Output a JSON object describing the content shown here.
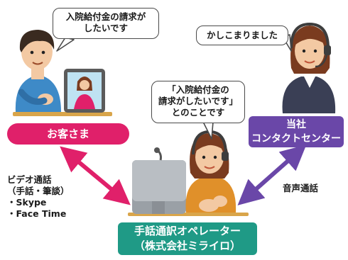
{
  "customer": {
    "speech": [
      "入院給付金の請求が",
      "したいです"
    ],
    "label": "お客さま"
  },
  "center": {
    "speech": "かしこまりました",
    "label": [
      "当社",
      "コンタクトセンター"
    ]
  },
  "operator": {
    "speech": [
      "「入院給付金の",
      "請求がしたいです」",
      "とのことです"
    ],
    "label": [
      "手話通訳オペレーター",
      "（株式会社ミライロ）"
    ]
  },
  "video_link": {
    "title": [
      "ビデオ通話",
      "（手話・筆談）"
    ],
    "items": [
      "・Skype",
      "・Face Time"
    ]
  },
  "voice_link": {
    "label": "音声通話"
  },
  "colors": {
    "customer_label": "#e0206a",
    "center_label": "#6a47a8",
    "operator_label": "#1f9a86",
    "video_arrow": "#e0206a",
    "voice_arrow": "#6a47a8"
  }
}
